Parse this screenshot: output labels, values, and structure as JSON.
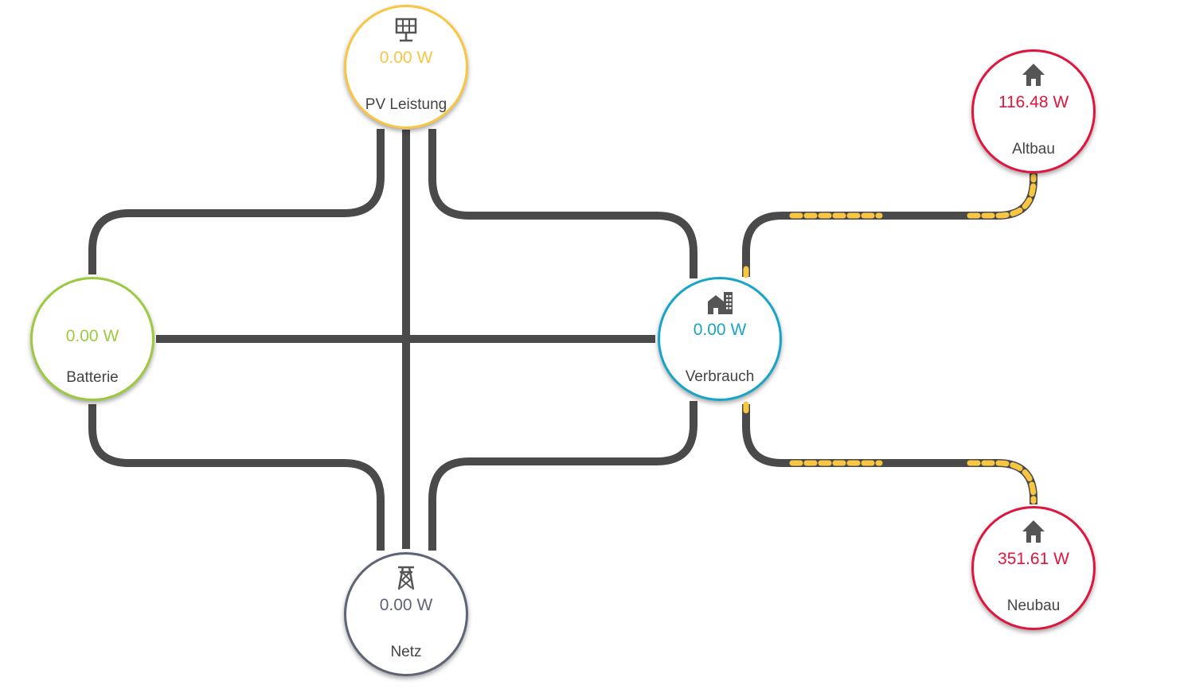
{
  "nodes": {
    "pv": {
      "value": "0.00 W",
      "label": "PV Leistung",
      "icon": "solar-panel-icon",
      "color": "#f9c642"
    },
    "battery": {
      "value": "0.00 W",
      "label": "Batterie",
      "icon": "",
      "color": "#9bca3e"
    },
    "consumption": {
      "value": "0.00 W",
      "label": "Verbrauch",
      "icon": "home-city-icon",
      "color": "#16a5c9"
    },
    "grid": {
      "value": "0.00 W",
      "label": "Netz",
      "icon": "transmission-tower-icon",
      "color": "#5e6475"
    },
    "altbau": {
      "value": "116.48 W",
      "label": "Altbau",
      "icon": "home-icon",
      "color": "#e0153d"
    },
    "neubau": {
      "value": "351.61 W",
      "label": "Neubau",
      "icon": "home-icon",
      "color": "#e0153d"
    }
  },
  "colors": {
    "line": "#4a4a4a",
    "flow_active": "#f9c642",
    "label_text": "#444444"
  }
}
